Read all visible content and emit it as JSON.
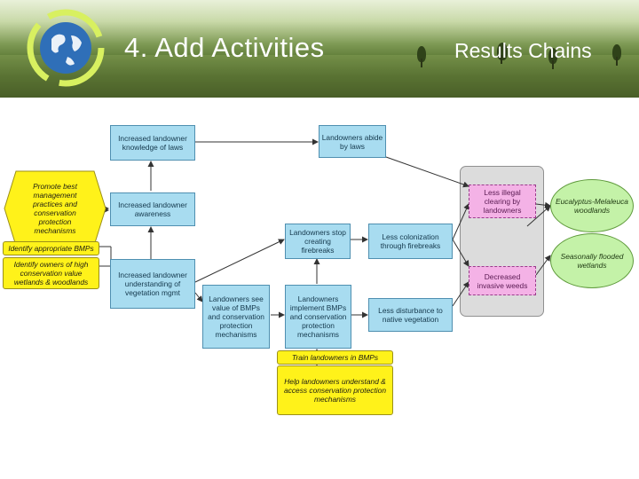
{
  "header": {
    "title_left": "4. Add Activities",
    "title_right": "Results Chains"
  },
  "diagram": {
    "results": {
      "knowledge_of_laws": "Increased landowner knowledge of laws",
      "abide_by_laws": "Landowners abide by laws",
      "awareness": "Increased landowner awareness",
      "stop_firebreaks": "Landowners stop creating firebreaks",
      "less_colonization": "Less colonization through firebreaks",
      "understanding_mgmt": "Increased landowner understanding of vegetation mgmt",
      "see_value": "Landowners see value of BMPs and conservation protection mechanisms",
      "implement": "Landowners implement BMPs and conservation protection mechanisms",
      "less_disturbance": "Less disturbance to native vegetation"
    },
    "threats": {
      "less_illegal_clearing": "Less illegal clearing by landowners",
      "decreased_weeds": "Decreased invasive weeds"
    },
    "targets": {
      "eucalyptus": "Eucalyptus-Melaleuca woodlands",
      "seasonally_flooded": "Seasonally flooded wetlands"
    },
    "strategies": {
      "promote_bmps": "Promote best management practices and conservation protection mechanisms",
      "identify_bmps": "Identify appropriate BMPs",
      "identify_owners": "Identify owners of high conservation value wetlands & woodlands",
      "train_landowners": "Train landowners in BMPs",
      "help_landowners": "Help landowners understand & access conservation protection mechanisms"
    }
  },
  "colors": {
    "result": "#a8dcf0",
    "threat_reduction": "#f4b2e6",
    "target": "#c4f2a8",
    "strategy": "#fff21a",
    "arrow": "#333333"
  },
  "icons": [
    "globe-recycle-logo"
  ]
}
